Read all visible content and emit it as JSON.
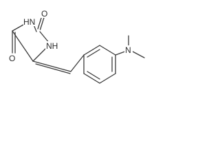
{
  "molecule": {
    "atoms": {
      "o_top": "O",
      "nh_top": "HN",
      "nh_mid": "NH",
      "o_left": "O",
      "n_amine": "N"
    }
  }
}
